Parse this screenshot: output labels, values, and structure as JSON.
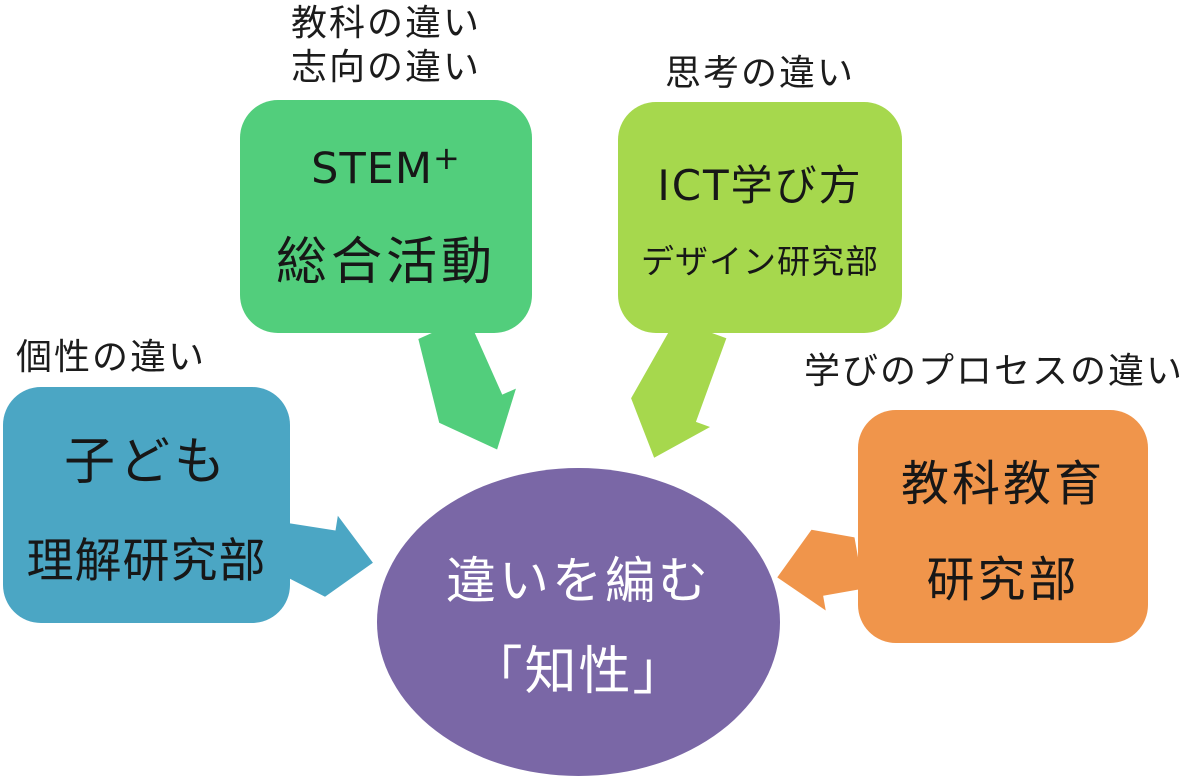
{
  "colors": {
    "background": "#FFFFFF",
    "caption_text": "#1C1C1C",
    "box_text": "#171717",
    "center_text": "#FFFFFF"
  },
  "nodes": {
    "stem": {
      "caption_line1": "教科の違い",
      "caption_line2": "志向の違い",
      "title": "STEM",
      "title_superscript": "+",
      "subtitle": "総合活動",
      "color": "#52CE7C"
    },
    "ict": {
      "caption": "思考の違い",
      "title": "ICT学び方",
      "subtitle": "デザイン研究部",
      "color": "#A6D84D"
    },
    "children": {
      "caption": "個性の違い",
      "title": "子ども",
      "subtitle": "理解研究部",
      "color": "#4BA6C4"
    },
    "subject": {
      "caption": "学びのプロセスの違い",
      "title": "教科教育",
      "subtitle": "研究部",
      "color": "#F0954B"
    }
  },
  "center": {
    "line1": "違いを編む",
    "line2": "「知性」",
    "color": "#7A67A6"
  }
}
